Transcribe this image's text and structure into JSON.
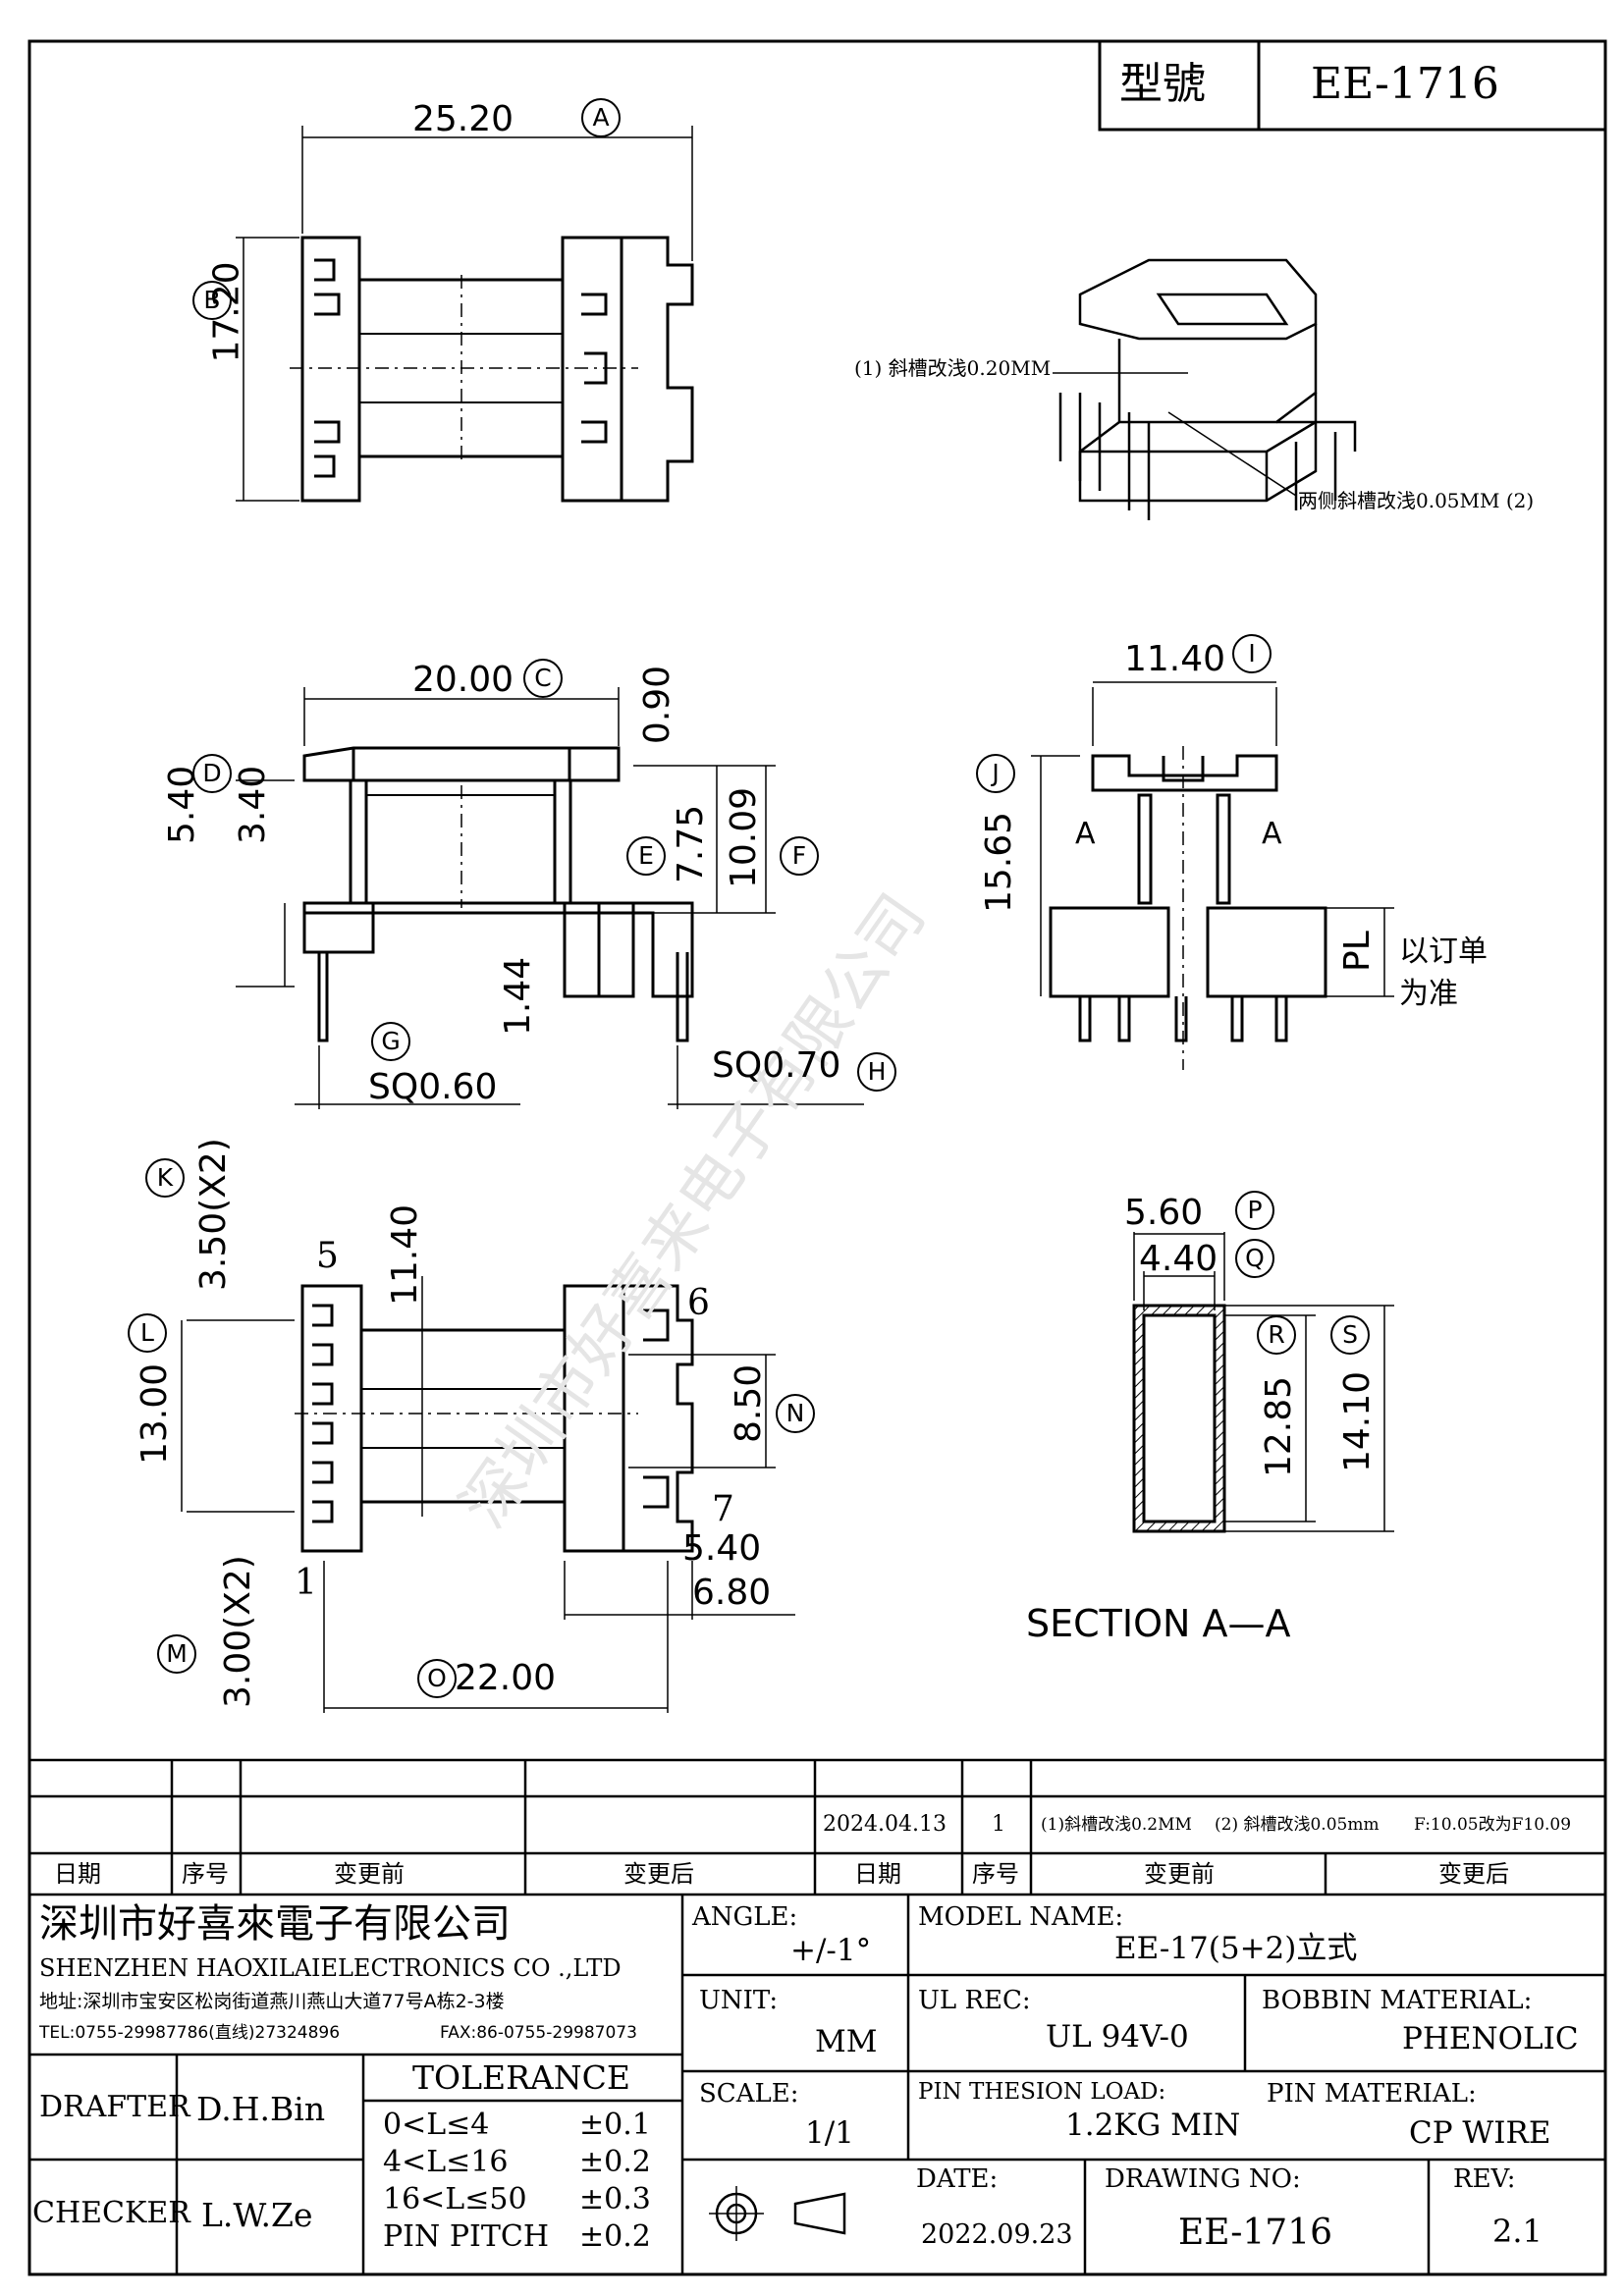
{
  "header": {
    "model_label": "型號",
    "model_value": "EE-1716"
  },
  "dimensions": {
    "A": "25.20",
    "B": "17.20",
    "C": "20.00",
    "C_top": "0.90",
    "D": "5.40",
    "D2": "3.40",
    "E": "7.75",
    "F": "10.09",
    "G": "SQ0.60",
    "H": "SQ0.70",
    "h_pin": "1.44",
    "I": "11.40",
    "J": "15.65",
    "PL": "PL",
    "K": "3.50(X2)",
    "L": "13.00",
    "L2": "11.40",
    "M": "3.00(X2)",
    "N": "8.50",
    "O": "22.00",
    "w1": "5.40",
    "w2": "6.80",
    "P": "5.60",
    "Q": "4.40",
    "R": "12.85",
    "S": "14.10"
  },
  "circles": [
    "A",
    "B",
    "C",
    "D",
    "E",
    "F",
    "G",
    "H",
    "I",
    "J",
    "K",
    "L",
    "M",
    "N",
    "O",
    "P",
    "Q",
    "R",
    "S"
  ],
  "notes": {
    "note1": "(1) 斜槽改浅0.20MM",
    "note2": "两侧斜槽改浅0.05MM (2)",
    "order_note_1": "以订单",
    "order_note_2": "为准",
    "section_a": "A",
    "section_title": "SECTION A—A"
  },
  "pins": {
    "p1": "1",
    "p5": "5",
    "p6": "6",
    "p7": "7"
  },
  "watermark": "深圳市好喜来电子有限公司",
  "revision": {
    "row": {
      "date": "2024.04.13",
      "seq": "1",
      "before": "(1)斜槽改浅0.2MM",
      "after": "(2) 斜槽改浅0.05mm",
      "extra": "F:10.05改为F10.09"
    },
    "headers": [
      "日期",
      "序号",
      "变更前",
      "变更后",
      "日期",
      "序号",
      "变更前",
      "变更后"
    ]
  },
  "company": {
    "name_cn": "深圳市好喜來電子有限公司",
    "name_en": "SHENZHEN HAOXILAIELECTRONICS CO .,LTD",
    "address": "地址:深圳市宝安区松岗街道燕川燕山大道77号A栋2-3楼",
    "tel": "TEL:0755-29987786(直线)27324896",
    "fax": "FAX:86-0755-29987073"
  },
  "title_block": {
    "angle_label": "ANGLE:",
    "angle_value": "+/-1°",
    "model_name_label": "MODEL NAME:",
    "model_name_value": "EE-17(5+2)立式",
    "unit_label": "UNIT:",
    "unit_value": "MM",
    "ul_label": "UL REC:",
    "ul_value": "UL 94V-0",
    "bobbin_label": "BOBBIN MATERIAL:",
    "bobbin_value": "PHENOLIC",
    "scale_label": "SCALE:",
    "scale_value": "1/1",
    "load_label": "PIN THESION LOAD:",
    "load_value": "1.2KG MIN",
    "pin_mat_label": "PIN MATERIAL:",
    "pin_mat_value": "CP  WIRE",
    "date_label": "DATE:",
    "date_value": "2022.09.23",
    "drawing_label": "DRAWING NO:",
    "drawing_value": "EE-1716",
    "rev_label": "REV:",
    "rev_value": "2.1",
    "drafter_label": "DRAFTER",
    "drafter_value": "D.H.Bin",
    "checker_label": "CHECKER",
    "checker_value": "L.W.Ze",
    "tolerance_title": "TOLERANCE",
    "tolerance": [
      {
        "range": "0<L≤4",
        "value": "±0.1"
      },
      {
        "range": "4<L≤16",
        "value": "±0.2"
      },
      {
        "range": "16<L≤50",
        "value": "±0.3"
      },
      {
        "range": "PIN PITCH",
        "value": "±0.2"
      }
    ]
  }
}
